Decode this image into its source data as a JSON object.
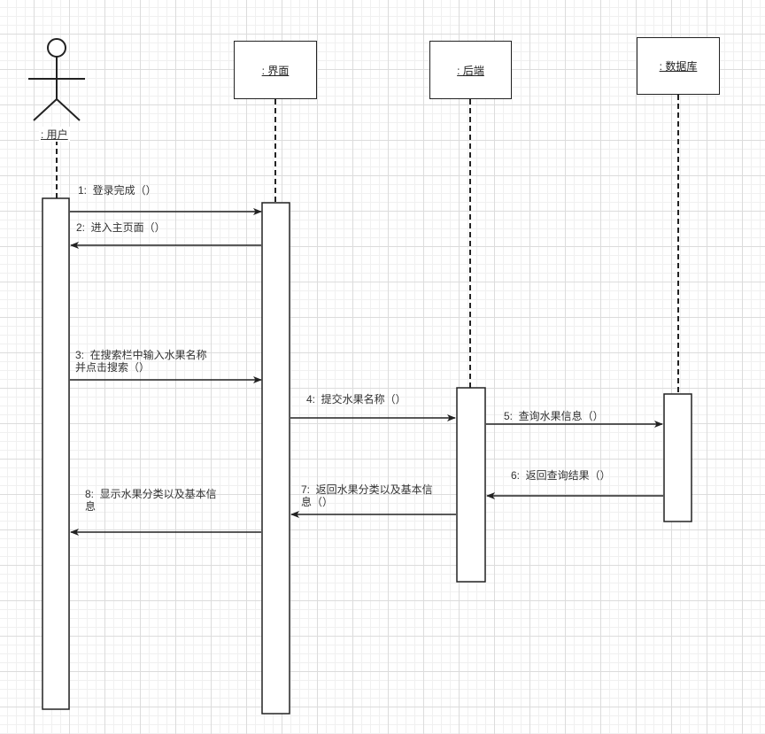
{
  "participants": {
    "user": ": 用户",
    "ui": ": 界面",
    "backend": ": 后端",
    "database": ": 数据库"
  },
  "messages": [
    {
      "label": "1:  登录完成（）",
      "from": "user",
      "to": "ui",
      "type": "call"
    },
    {
      "label": "2:  进入主页面（）",
      "from": "ui",
      "to": "user",
      "type": "return"
    },
    {
      "label": "3:  在搜索栏中输入水果名称\n并点击搜索（）",
      "from": "user",
      "to": "ui",
      "type": "call"
    },
    {
      "label": "4:  提交水果名称（）",
      "from": "ui",
      "to": "backend",
      "type": "call"
    },
    {
      "label": "5:  查询水果信息（）",
      "from": "backend",
      "to": "database",
      "type": "call"
    },
    {
      "label": "6:  返回查询结果（）",
      "from": "database",
      "to": "backend",
      "type": "return"
    },
    {
      "label": "7:  返回水果分类以及基本信\n息（）",
      "from": "backend",
      "to": "ui",
      "type": "return"
    },
    {
      "label": "8:  显示水果分类以及基本信\n息",
      "from": "ui",
      "to": "user",
      "type": "return"
    }
  ]
}
